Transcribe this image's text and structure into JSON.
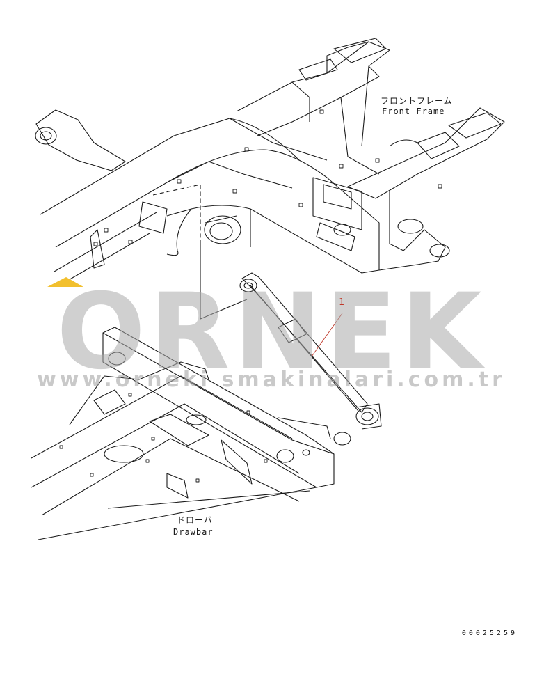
{
  "labels": {
    "front_frame_jp": "フロントフレーム",
    "front_frame_en": "Front Frame",
    "drawbar_jp": "ドローバ",
    "drawbar_en": "Drawbar",
    "part_number": "1",
    "drawing_number": "00025259"
  },
  "watermark": {
    "brand": "ORNEK",
    "url": "www.orneki smakinalari.com.tr",
    "accent_color": "#f2c02e"
  },
  "colors": {
    "line": "#1a1a1a",
    "leader_red": "#c0392b",
    "watermark_gray": "#aaaaaa"
  }
}
